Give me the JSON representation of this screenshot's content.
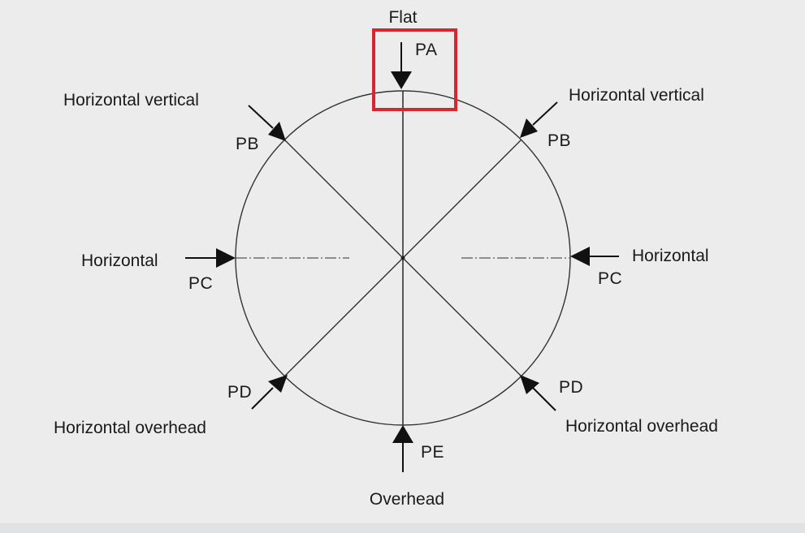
{
  "diagram": {
    "highlight_color": "#d9262e",
    "highlighted_position": "PA",
    "positions": {
      "flat": {
        "name": "Flat",
        "code": "PA"
      },
      "horizontal_vertical_left": {
        "name": "Horizontal vertical",
        "code": "PB"
      },
      "horizontal_vertical_right": {
        "name": "Horizontal vertical",
        "code": "PB"
      },
      "horizontal_left": {
        "name": "Horizontal",
        "code": "PC"
      },
      "horizontal_right": {
        "name": "Horizontal",
        "code": "PC"
      },
      "horizontal_overhead_left": {
        "name": "Horizontal overhead",
        "code": "PD"
      },
      "horizontal_overhead_right": {
        "name": "Horizontal overhead",
        "code": "PD"
      },
      "overhead": {
        "name": "Overhead",
        "code": "PE"
      }
    }
  }
}
